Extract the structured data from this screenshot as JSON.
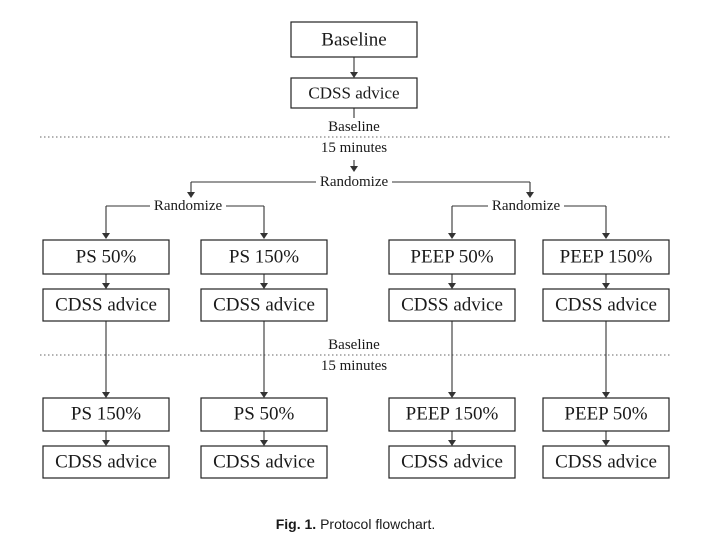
{
  "nodes": {
    "baseline": "Baseline",
    "cdss_top": "CDSS advice",
    "g1_step1": "PS 50%",
    "g1_cdss1": "CDSS advice",
    "g2_step1": "PS 150%",
    "g2_cdss1": "CDSS advice",
    "g3_step1": "PEEP 50%",
    "g3_cdss1": "CDSS advice",
    "g4_step1": "PEEP 150%",
    "g4_cdss1": "CDSS advice",
    "g1_step2": "PS 150%",
    "g1_cdss2": "CDSS advice",
    "g2_step2": "PS 50%",
    "g2_cdss2": "CDSS advice",
    "g3_step2": "PEEP 150%",
    "g3_cdss2": "CDSS advice",
    "g4_step2": "PEEP 50%",
    "g4_cdss2": "CDSS advice"
  },
  "separators": {
    "first": {
      "line1": "Baseline",
      "line2": "15 minutes"
    },
    "second": {
      "line1": "Baseline",
      "line2": "15 minutes"
    }
  },
  "labels": {
    "randomize_main": "Randomize",
    "randomize_left": "Randomize",
    "randomize_right": "Randomize"
  },
  "caption": {
    "label": "Fig. 1.",
    "text": "Protocol flowchart."
  }
}
